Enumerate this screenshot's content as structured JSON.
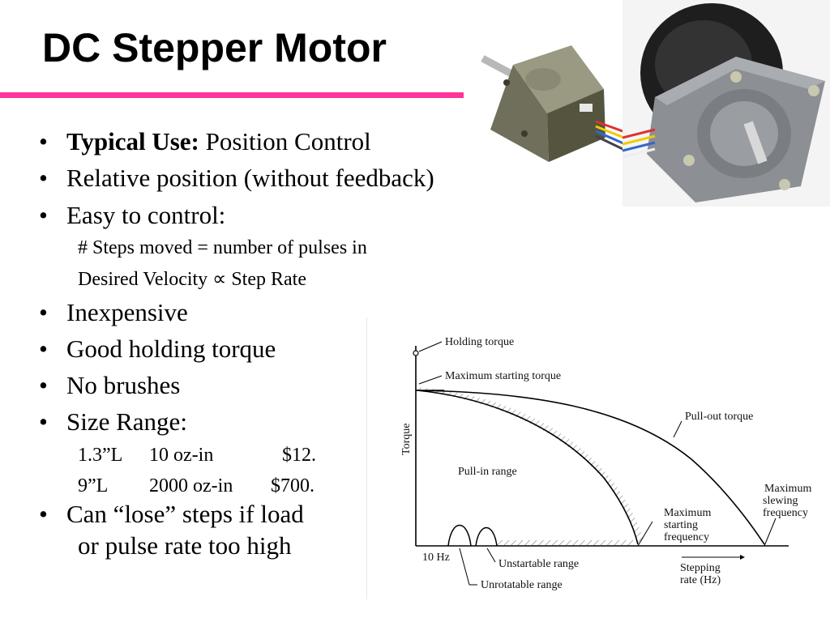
{
  "slide": {
    "title": "DC Stepper Motor",
    "accent_color": "#ff3399"
  },
  "bullets": [
    {
      "bold": "Typical Use:",
      "text": " Position Control"
    },
    {
      "text": "Relative position (without feedback)"
    },
    {
      "text": "Easy to control:"
    },
    {
      "text": "Inexpensive"
    },
    {
      "text": "Good holding torque"
    },
    {
      "text": "No brushes"
    },
    {
      "text": "Size Range:"
    },
    {
      "text": "Can “lose” steps if load",
      "text2": "or pulse rate too high"
    }
  ],
  "easy_control_sub": [
    "# Steps moved = number of pulses in",
    "Desired Velocity  ∝ Step Rate"
  ],
  "size_range_rows": [
    {
      "size": "1.3”L",
      "torque": "10 oz-in",
      "price": "$12."
    },
    {
      "size": "9”L",
      "torque": "2000 oz-in",
      "price": "$700."
    }
  ],
  "diagram": {
    "y_axis_label": "Torque",
    "labels": {
      "holding_torque": "Holding torque",
      "max_starting_torque": "Maximum starting torque",
      "pull_out_torque": "Pull-out torque",
      "pull_in_range": "Pull-in range",
      "max_slewing_1": "Maximum",
      "max_slewing_2": "slewing",
      "max_slewing_3": "frequency",
      "max_starting_freq_1": "Maximum",
      "max_starting_freq_2": "starting",
      "max_starting_freq_3": "frequency",
      "ten_hz": "10 Hz",
      "unstartable_range": "Unstartable range",
      "unrotatable_range": "Unrotatable range",
      "stepping_rate_1": "Stepping",
      "stepping_rate_2": "rate (Hz)"
    }
  }
}
